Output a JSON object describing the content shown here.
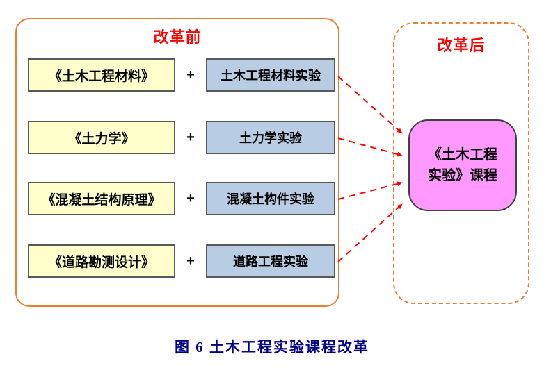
{
  "colors": {
    "border_orange": "#ED7D31",
    "title_red": "#FF0000",
    "course_fill": "#FFFFCC",
    "experiment_fill": "#B8CCE4",
    "result_fill": "#FF99FF",
    "arrow_red": "#FF0000",
    "caption_blue": "#00008B"
  },
  "diagram": {
    "plus_sign": "+",
    "before": {
      "title": "改革前",
      "rows": [
        {
          "course": "《土木工程材料》",
          "experiment": "土木工程材料实验"
        },
        {
          "course": "《土力学》",
          "experiment": "土力学实验"
        },
        {
          "course": "《混凝土结构原理》",
          "experiment": "混凝土构件实验"
        },
        {
          "course": "《道路勘测设计》",
          "experiment": "道路工程实验"
        }
      ]
    },
    "after": {
      "title": "改革后",
      "result_line1": "《土木工程",
      "result_line2": "实验》课程"
    }
  },
  "caption": "图 6  土木工程实验课程改革"
}
